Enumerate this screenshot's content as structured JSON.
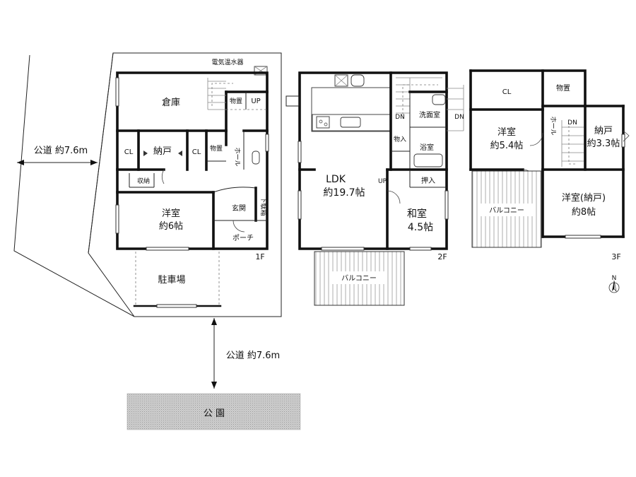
{
  "site": {
    "water_heater": "電気温水器",
    "road_left": "公道 約7.6m",
    "road_bottom": "公道 約7.6m",
    "park": "公 園",
    "north": "N"
  },
  "floor1": {
    "label": "1F",
    "rooms": {
      "warehouse": "倉庫",
      "storage_up": "物置",
      "up": "UP",
      "cl_left": "CL",
      "nando": "納戸",
      "cl_right": "CL",
      "storage_mid": "物置",
      "hall": "ホール",
      "shuno": "収納",
      "western_name": "洋室",
      "western_size": "約6帖",
      "genkan": "玄関",
      "shoe_box": "下駄箱",
      "porch": "ポーチ",
      "parking": "駐車場"
    }
  },
  "floor2": {
    "label": "2F",
    "rooms": {
      "ldk_name": "LDK",
      "ldk_size": "約19.7帖",
      "dn_left": "DN",
      "dn_right": "DN",
      "washroom": "洗面室",
      "storage": "物入",
      "bath": "浴室",
      "up": "UP",
      "closet": "押入",
      "japanese_name": "和室",
      "japanese_size": "4.5帖",
      "balcony": "バルコニー"
    }
  },
  "floor3": {
    "label": "3F",
    "rooms": {
      "cl": "CL",
      "storage": "物置",
      "western1_name": "洋室",
      "western1_size": "約5.4帖",
      "hall": "ホール",
      "dn": "DN",
      "nando_name": "納戸",
      "nando_size": "約3.3帖",
      "balcony": "バルコニー",
      "western2_name": "洋室(納戸)",
      "western2_size": "約8帖"
    }
  }
}
